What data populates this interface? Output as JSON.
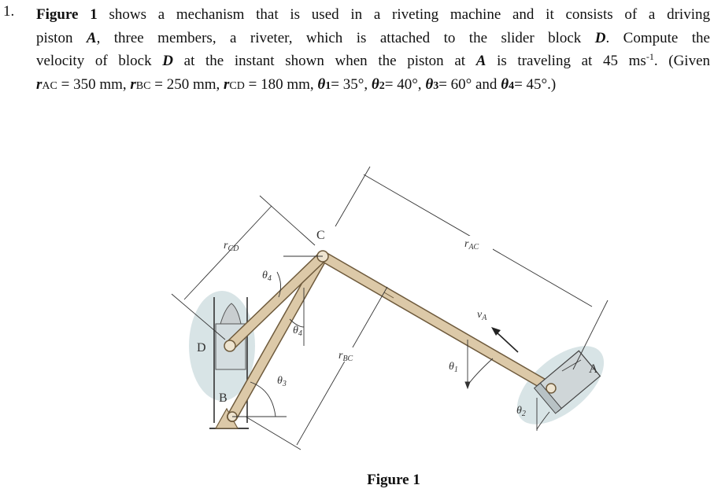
{
  "problem": {
    "number": "1.",
    "line1": {
      "fig_ref": "Figure 1",
      "rest": " shows a mechanism that is used in a riveting machine and it consists of a driving"
    },
    "line2": {
      "part1": "piston ",
      "A": "A",
      "part2": ", three members, a riveter, which is attached to the slider block ",
      "D": "D",
      "part3": ". Compute the"
    },
    "line3": {
      "part1": "velocity of block ",
      "D": "D",
      "part2": " at the instant shown when the piston at ",
      "A": "A",
      "part3": " is traveling at 45 ms",
      "exp": "-1",
      "part4": ".  (Given"
    },
    "line4": {
      "r": "r",
      "AC_sub": "AC",
      "eq1": " = 350 mm, ",
      "BC_sub": "BC",
      "eq2": " = 250 mm, ",
      "CD_sub": "CD",
      "eq3": " = 180 mm, ",
      "theta": "θ",
      "t1_sub": "1",
      "t1_val": "= 35°, ",
      "t2_sub": "2",
      "t2_val": "= 40°, ",
      "t3_sub": "3",
      "t3_val": "= 60° and ",
      "t4_sub": "4",
      "t4_val": "= 45°.)"
    }
  },
  "figure": {
    "caption": "Figure 1",
    "labels": {
      "C": "C",
      "D": "D",
      "B": "B",
      "A": "A",
      "r_CD": "r",
      "r_CD_sub": "CD",
      "r_AC": "r",
      "r_AC_sub": "AC",
      "r_BC": "r",
      "r_BC_sub": "BC",
      "v_A": "v",
      "v_A_sub": "A",
      "theta_4a": "θ",
      "theta_4a_sub": "4",
      "theta_4b": "θ",
      "theta_4b_sub": "4",
      "theta_3": "θ",
      "theta_3_sub": "3",
      "theta_1": "θ",
      "theta_1_sub": "1",
      "theta_2": "θ",
      "theta_2_sub": "2"
    }
  },
  "colors": {
    "link_fill": "#dcc9a8",
    "link_stroke": "#6e5a3c",
    "guide_shade": "#b9cdd2",
    "pin": "#eee4d0"
  }
}
